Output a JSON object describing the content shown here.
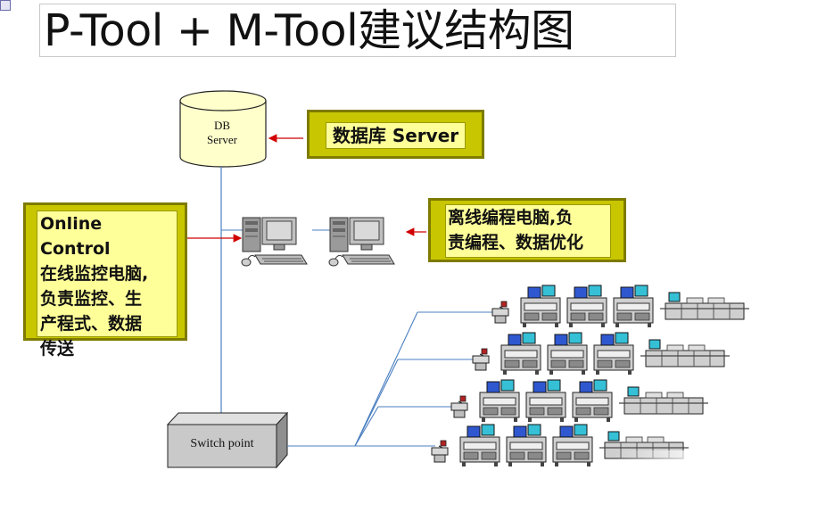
{
  "title": "P-Tool + M-Tool建议结构图",
  "db_server": {
    "label_line1": "DB",
    "label_line2": "Server"
  },
  "db_callout": "数据库 Server",
  "online_callout": {
    "line1": "Online Control",
    "line2": "在线监控电脑,",
    "line3": "负责监控、生",
    "line4": "产程式、数据",
    "line5": "传送"
  },
  "offline_callout": {
    "line1": "离线编程电脑,负",
    "line2": "责编程、数据优化"
  },
  "switch_label": "Switch point",
  "colors": {
    "callout_fill": "#ffff99",
    "callout_border": "#c8c600",
    "arrow": "#d00000",
    "network_line": "#4a7fc0",
    "cylinder_fill": "#ffffcc"
  },
  "production_lines": 4
}
